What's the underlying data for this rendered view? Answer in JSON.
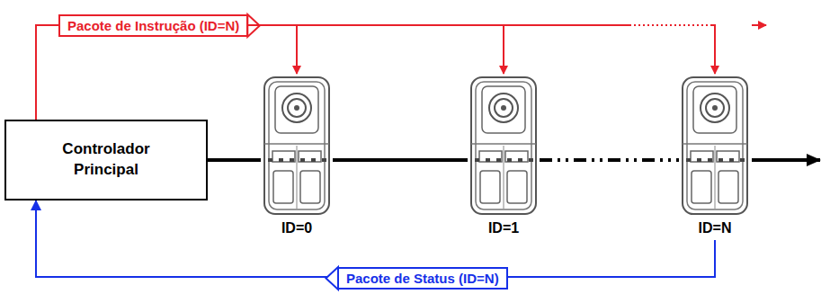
{
  "diagram": {
    "nodes": [
      {
        "text": [
          "Controlador Principal"
        ]
      },
      {
        "text": [
          "ID=0"
        ]
      },
      {
        "text": [
          "ID=1"
        ]
      },
      {
        "text": [
          "ID=N"
        ]
      }
    ],
    "edges": [
      {
        "from": 0,
        "to": 1,
        "arrow": "to",
        "label": "Pacote de Instrução (ID=N)"
      },
      {
        "from": 0,
        "to": 2,
        "arrow": "to"
      },
      {
        "from": 0,
        "to": 3,
        "arrow": "to"
      },
      {
        "from": 3,
        "to": 0,
        "arrow": "to",
        "label": "Pacote de Status (ID=N)"
      },
      {
        "from": 0,
        "to": 1,
        "arrow": "none"
      },
      {
        "from": 1,
        "to": 2,
        "arrow": "none"
      },
      {
        "from": 2,
        "to": 3,
        "arrow": "none"
      }
    ]
  }
}
